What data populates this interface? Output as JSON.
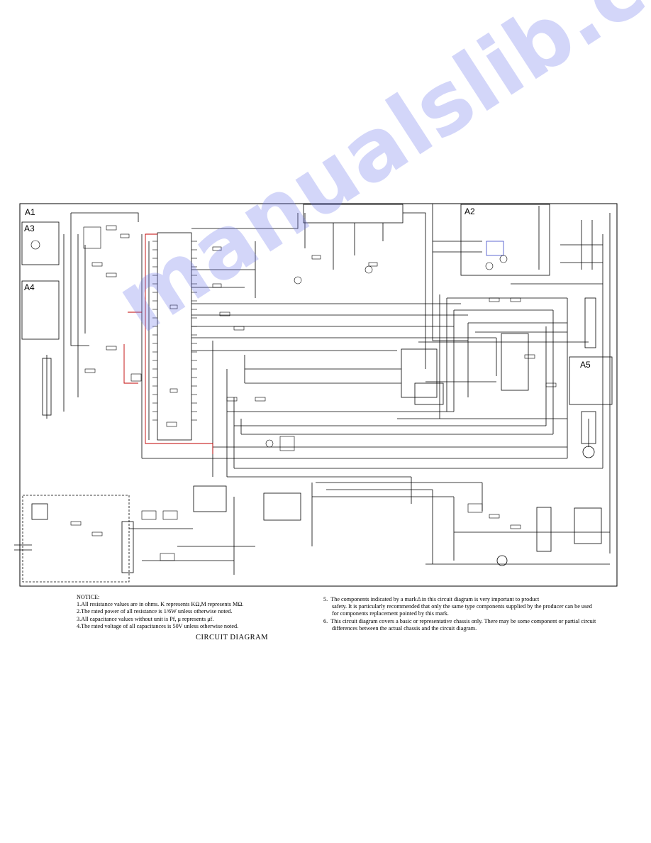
{
  "sections": [
    {
      "id": "A1",
      "label": "A1"
    },
    {
      "id": "A2",
      "label": "A2"
    },
    {
      "id": "A3",
      "label": "A3"
    },
    {
      "id": "A4",
      "label": "A4"
    },
    {
      "id": "A5",
      "label": "A5"
    }
  ],
  "notice": {
    "heading": "NOTICE:",
    "left_items": [
      "1.All resistance values are in ohms. K represents KΩ,M represents MΩ.",
      "2.The rated power of all resistance is 1/6W unless otherwise noted.",
      "3.All capacitance values without unit is Pf, μ represents μf.",
      "4.The rated voltage of all capacitances is 50V unless otherwise noted."
    ],
    "right_items": [
      {
        "num": "5.",
        "lines": [
          "The components indicated by a mark⚠in this circuit diagram is very important to product",
          "safety. It is particularly recommended that only the same type components supplied by the producer can be used",
          "for components replacement pointed by this mark."
        ]
      },
      {
        "num": "6.",
        "lines": [
          "This circuit diagram covers a basic or representative chassis only. There may be some component or partial circuit",
          "differences between the actual chassis and the circuit diagram."
        ]
      }
    ]
  },
  "title": "CIRCUIT DIAGRAM",
  "watermark": "manualslib.com",
  "colors": {
    "line": "#000000",
    "highlight_wire": "#c00000",
    "watermark": "#6e78eb",
    "highlight_blue": "#3a46c8"
  }
}
